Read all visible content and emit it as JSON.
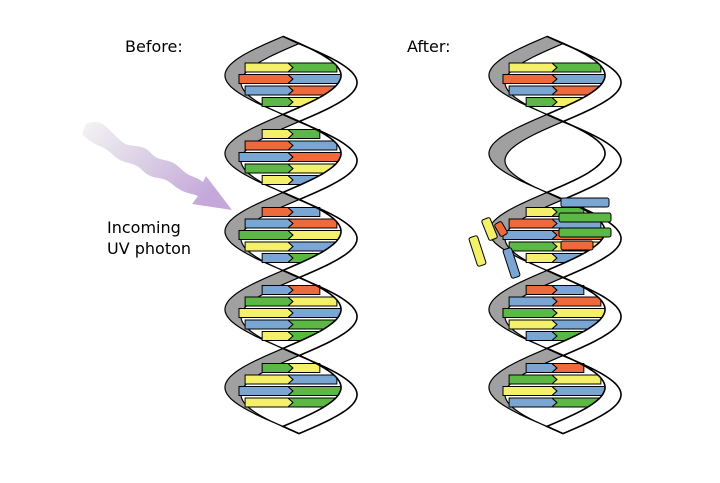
{
  "labels": {
    "before": "Before:",
    "after": "After:",
    "incoming_line1": "Incoming",
    "incoming_line2": "UV photon"
  },
  "colors": {
    "backbone_front": "#ffffff",
    "backbone_back": "#a0a0a0",
    "outline": "#000000",
    "base_green": "#5cb845",
    "base_yellow": "#f5f06a",
    "base_blue": "#7aa6d4",
    "base_red": "#ee6a3c",
    "photon_start": "#f2f2f2",
    "photon_end": "#c7addd"
  }
}
